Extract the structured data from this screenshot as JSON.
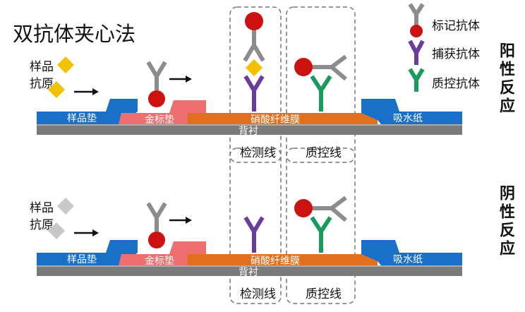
{
  "title": "双抗体夹心法",
  "sample_antigen": [
    "样品",
    "抗原"
  ],
  "pads": {
    "sample_pad": "样品垫",
    "gold_pad": "金标垫",
    "membrane": "硝酸纤维膜",
    "absorbent": "吸水纸",
    "backing": "背衬"
  },
  "zones": {
    "test_line": "检测线",
    "control_line": "质控线"
  },
  "legend": [
    {
      "label": "标记抗体",
      "color": "#8c8c8c"
    },
    {
      "label": "捕获抗体",
      "color": "#6a3d9a"
    },
    {
      "label": "质控抗体",
      "color": "#1a9a5c"
    }
  ],
  "panels": [
    {
      "result": "阳性反应",
      "antigen_color": "#f2c200",
      "test_line_captured": true
    },
    {
      "result": "阴性反应",
      "antigen_color": "#c8c8c8",
      "test_line_captured": false
    }
  ],
  "colors": {
    "label_ball": "#cc1111",
    "sample_pad": "#1a6fc8",
    "gold_pad": "#ef6f70",
    "membrane": "#e0701e",
    "backing": "#7a7a7a"
  }
}
